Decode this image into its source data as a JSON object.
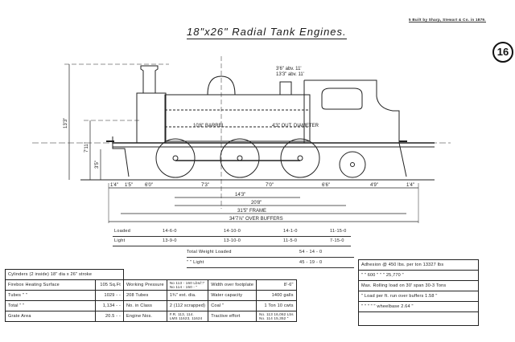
{
  "header": {
    "title": "18\"x26\" Radial Tank Engines.",
    "builder_note": "5 Built by Sharp, Stewart & Co. in 1879.",
    "plate_number": "16"
  },
  "drawing": {
    "labels": {
      "dome_top_1": "3'6\" abv. 11'",
      "dome_top_2": "13'3\" abv. 11'",
      "barrel": "10'6\" BARREL",
      "diameter": "4'3\" OUT. DIAMETER",
      "vertical_total": "13'3\"",
      "vertical_centre": "7'11\"",
      "vertical_buffer": "3'5\""
    },
    "wheelbase_dims": [
      "1'4\"",
      "1'5\"",
      "6'0\"",
      "7'3\"",
      "7'0\"",
      "6'6\"",
      "4'9\"",
      "1'4\""
    ],
    "overall_dims": {
      "d1": "14'3\"",
      "d2": "20'8\"",
      "frame": "31'5\" FRAME",
      "buffers": "34'7⅞\" OVER BUFFERS"
    }
  },
  "weights": {
    "rows": [
      {
        "label": "Loaded",
        "values": [
          "14-6-0",
          "14-10-0",
          "14-1-0",
          "11-15-0"
        ]
      },
      {
        "label": "Light",
        "values": [
          "13-9-0",
          "13-10-0",
          "11-5-0",
          "7-15-0"
        ]
      }
    ],
    "totals": [
      {
        "label": "Total Weight Loaded",
        "value": "54 - 14 - 0"
      },
      {
        "label": "\"     \"     Light",
        "value": "45 - 19 - 0"
      }
    ]
  },
  "specs": {
    "cylinders": "Cylinders (2 inside) 18\" dia x 26\" stroke",
    "rows": [
      {
        "c1": "Firebox Heating Surface",
        "v1": "105 Sq.Ft",
        "c2": "Working Pressure",
        "v2a": "No 113 - 160 Lbs/□\"",
        "v2b": "No 114 - 150 - \"",
        "c3": "Width over footplate",
        "v3": "8'-6\""
      },
      {
        "c1": "Tubes     \"     \"",
        "v1": "1029 - -",
        "c2": "208 Tubes",
        "v2": "1¾\" ext. dia.",
        "c3": "Water capacity",
        "v3": "1400 galls"
      },
      {
        "c1": "Total     \"     \"",
        "v1": "1,134 - -",
        "c2": "No. in Class",
        "v2": "2 (112 scrapped)",
        "c3": "Coal     \"",
        "v3": "1 Ton 10 cwts"
      },
      {
        "c1": "Grate Area",
        "v1": "20.5 - -",
        "c2": "Engine Nos.",
        "v2a": "F.R.   113, 114.",
        "v2b": "LMS   11623, 11624",
        "c3": "Tractive effort",
        "v3a": "No. 113 16,062 Lbs",
        "v3b": "No. 114 15,352 \""
      }
    ]
  },
  "adhesion": {
    "rows": [
      "Adhesion @ 450 lbs. per ton  13327 lbs",
      "\"     \" 600 \"     \"     \"  25,770 \"",
      "Max. Rolling load on 30' span  30-3 Tons",
      "\"  Load per ft. run over buffers 1.58 \"",
      "\"     \"     \"     \"     \" wheelbase 2.64 \""
    ]
  }
}
